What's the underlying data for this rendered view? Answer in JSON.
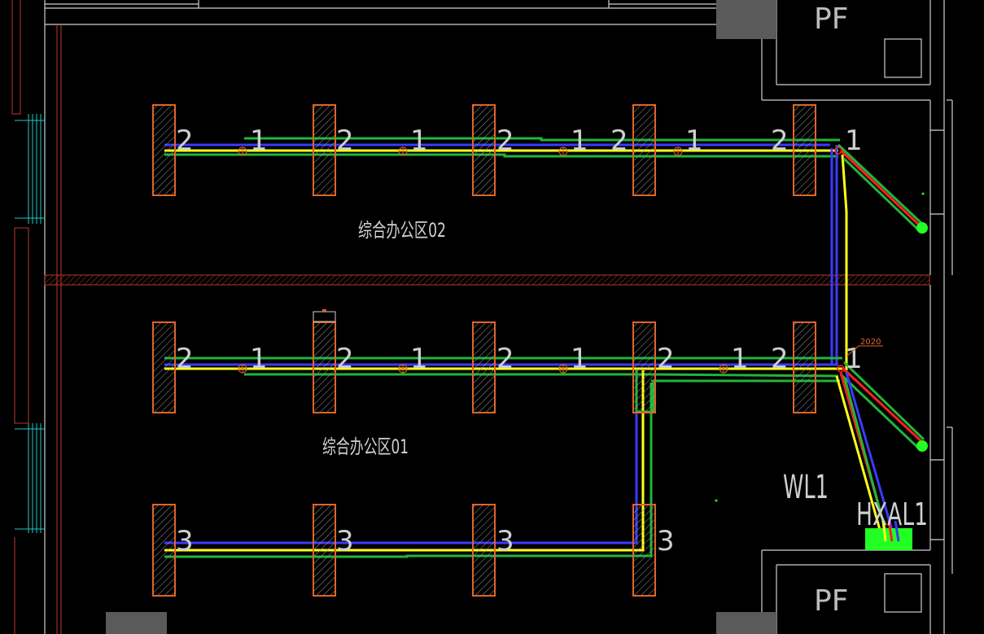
{
  "drawing": {
    "background": "#000000",
    "colors": {
      "wall": "#cfcfcf",
      "column": "#e0642a",
      "phase_blue": "#3b3bff",
      "phase_yellow": "#ffff1a",
      "phase_green": "#22b53a",
      "phase_red": "#ff2020",
      "window": "#21c7c7",
      "gray_block": "#5a5a5a",
      "panel_fill": "#22ff22"
    },
    "rooms": {
      "upper": "综合办公区02",
      "lower": "综合办公区01"
    },
    "shaft_labels": [
      "PF",
      "PF"
    ],
    "circuit_label": "WL1",
    "panel_label": "HXAL1",
    "dimension_tag": "2020",
    "circuit_numbers": {
      "row1": [
        "2",
        "1",
        "2",
        "1",
        "2",
        "1",
        "2",
        "1",
        "2",
        "1"
      ],
      "row2": [
        "2",
        "1",
        "2",
        "1",
        "2",
        "1",
        "2",
        "1",
        "2",
        "1"
      ],
      "row3": [
        "3",
        "3",
        "3",
        "3"
      ]
    },
    "fixture_symbol": "⊕"
  }
}
